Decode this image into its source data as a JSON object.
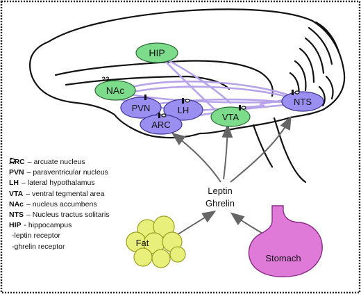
{
  "regions": {
    "hip": "HIP",
    "nac": "NAc",
    "nac_question": "??",
    "pvn": "PVN",
    "lh": "LH",
    "arc": "ARC",
    "vta": "VTA",
    "nts": "NTS"
  },
  "hormones": {
    "leptin": "Leptin",
    "ghrelin": "Ghrelin"
  },
  "organs": {
    "fat": "Fat",
    "stomach": "Stomach"
  },
  "legend": [
    {
      "key": "ARC",
      "desc": " – arcuate nucleus"
    },
    {
      "key": "PVN",
      "desc": " – paraventricular nucleus"
    },
    {
      "key": "LH",
      "desc": " – lateral hypothalamus"
    },
    {
      "key": "VTA",
      "desc": " – ventral tegmental area"
    },
    {
      "key": "NAc",
      "desc": "– nucleus accumbens"
    },
    {
      "key": "NTS",
      "desc": " – Nucleus tractus solitaris"
    },
    {
      "key": "HIP",
      "desc": " - hippocampus"
    }
  ],
  "receptor_legend": {
    "leptin": "-leptin receptor",
    "ghrelin": "-ghrelin receptor"
  },
  "colors": {
    "green": "#7ddc8c",
    "purple": "#9a8ff0",
    "connection": "#b7a3ea",
    "fat": "#e8ef7a",
    "stomach": "#e07ad8",
    "arrow": "#666666"
  }
}
